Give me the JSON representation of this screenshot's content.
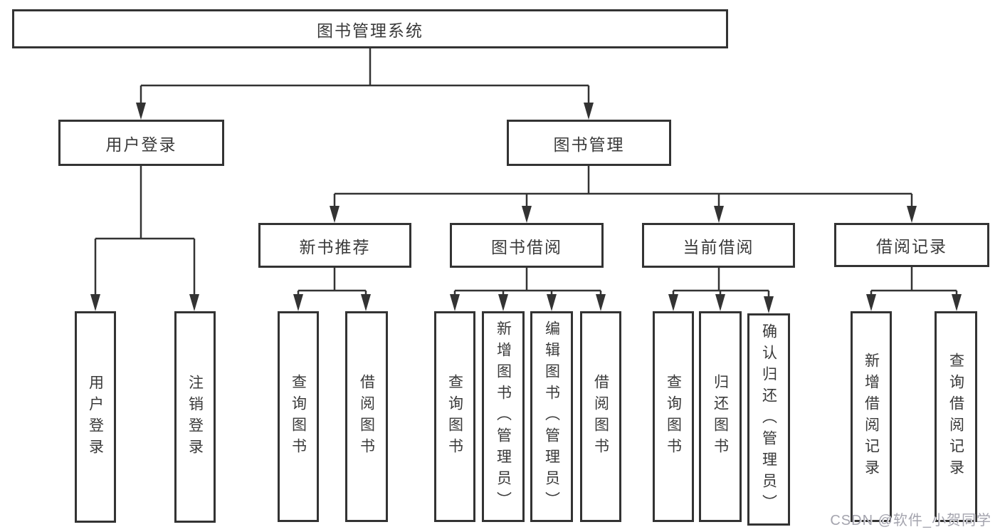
{
  "tree": {
    "label": "图书管理系统",
    "children": [
      {
        "label": "用户登录",
        "children": [
          {
            "label": "用户登录"
          },
          {
            "label": "注销登录"
          }
        ]
      },
      {
        "label": "图书管理",
        "children": [
          {
            "label": "新书推荐",
            "children": [
              {
                "label": "查询图书"
              },
              {
                "label": "借阅图书"
              }
            ]
          },
          {
            "label": "图书借阅",
            "children": [
              {
                "label": "查询图书"
              },
              {
                "label": "新增图书（管理员）"
              },
              {
                "label": "编辑图书（管理员）"
              },
              {
                "label": "借阅图书"
              }
            ]
          },
          {
            "label": "当前借阅",
            "children": [
              {
                "label": "查询图书"
              },
              {
                "label": "归还图书"
              },
              {
                "label": "确认归还（管理员）"
              }
            ]
          },
          {
            "label": "借阅记录",
            "children": [
              {
                "label": "新增借阅记录"
              },
              {
                "label": "查询借阅记录"
              }
            ]
          }
        ]
      }
    ]
  },
  "watermark": {
    "text": "CSDN @软件_小贺同学"
  },
  "colors": {
    "line": "#333333",
    "box_border": "#333333",
    "text": "#3a3a3a",
    "watermark": "#a4a4ae",
    "background": "#ffffff"
  }
}
